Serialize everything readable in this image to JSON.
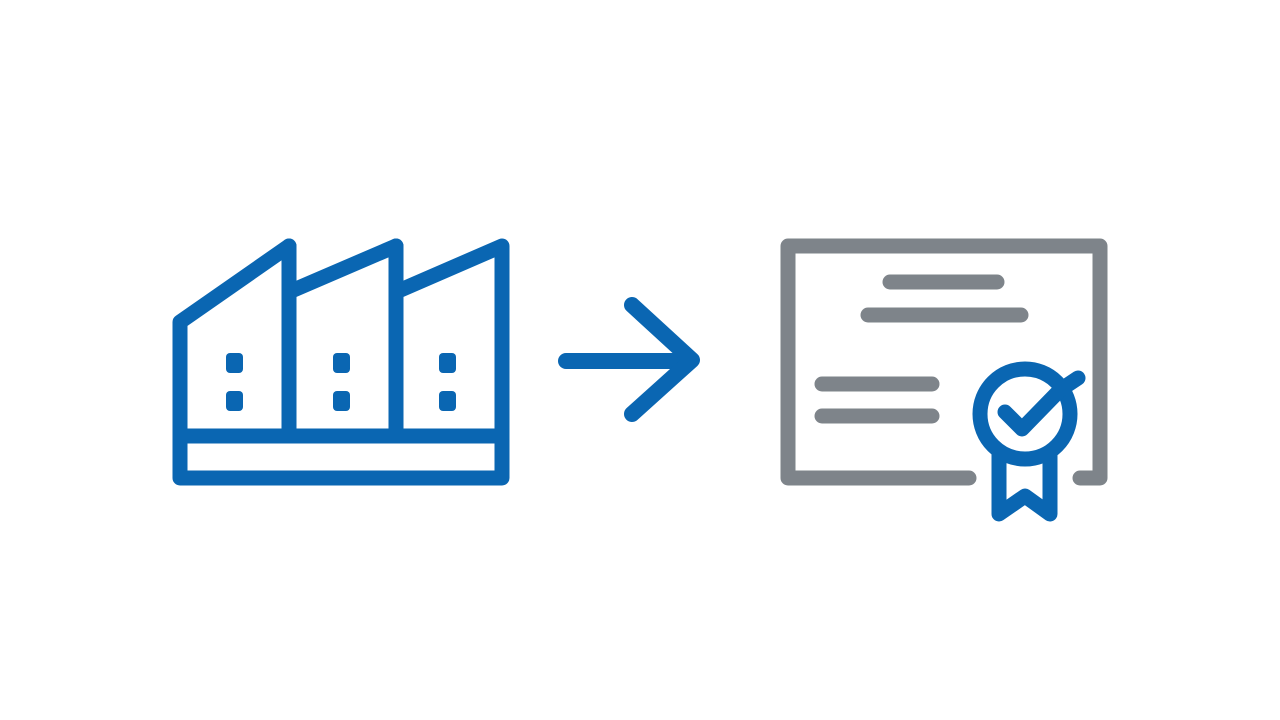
{
  "diagram": {
    "type": "process-flow",
    "description": "Factory leads to certificate",
    "nodes": [
      {
        "id": "factory",
        "icon": "factory-icon",
        "label": "Factory"
      },
      {
        "id": "certificate",
        "icon": "certificate-icon",
        "label": "Certificate"
      }
    ],
    "edges": [
      {
        "from": "factory",
        "to": "certificate",
        "icon": "arrow-right-icon"
      }
    ]
  },
  "colors": {
    "primary_blue": "#0A66B2",
    "gray": "#7E848A",
    "background": "#FFFFFF"
  }
}
